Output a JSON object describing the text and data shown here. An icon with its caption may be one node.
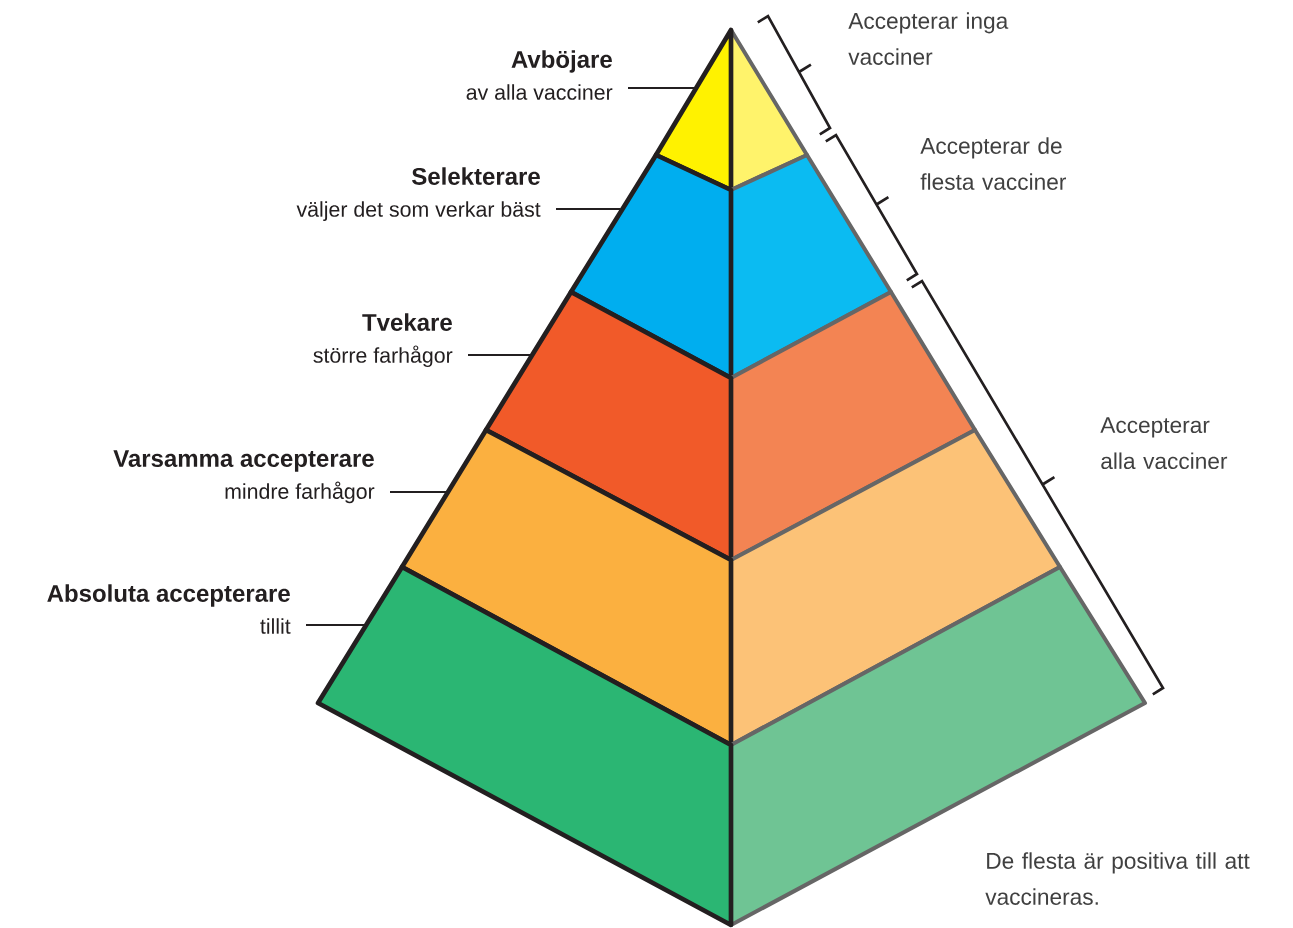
{
  "diagram": {
    "nodes": [
      {
        "text": [
          "Avböjare",
          "av alla vacciner"
        ]
      },
      {
        "text": [
          "Selekterare",
          "väljer det som verkar bäst"
        ]
      },
      {
        "text": [
          "Tvekare",
          "större farhågor"
        ]
      },
      {
        "text": [
          "Varsamma accepterare",
          "mindre farhågor"
        ]
      },
      {
        "text": [
          "Absoluta accepterare",
          "tillit"
        ]
      },
      {
        "text": [],
        "shape": "band"
      },
      {
        "text": [],
        "shape": "band"
      },
      {
        "text": [],
        "shape": "band"
      },
      {
        "text": [],
        "shape": "band"
      },
      {
        "text": [],
        "shape": "band"
      }
    ],
    "edges": [
      {
        "from": 0,
        "to": 5,
        "arrow": "none"
      },
      {
        "from": 1,
        "to": 6,
        "arrow": "none"
      },
      {
        "from": 2,
        "to": 7,
        "arrow": "none"
      },
      {
        "from": 3,
        "to": 8,
        "arrow": "none"
      },
      {
        "from": 4,
        "to": 9,
        "arrow": "none"
      }
    ],
    "labels": [
      "Accepterar inga vacciner",
      "Accepterar de flesta vacciner",
      "Accepterar alla vacciner",
      "De flesta är positiva till att vaccineras."
    ]
  }
}
